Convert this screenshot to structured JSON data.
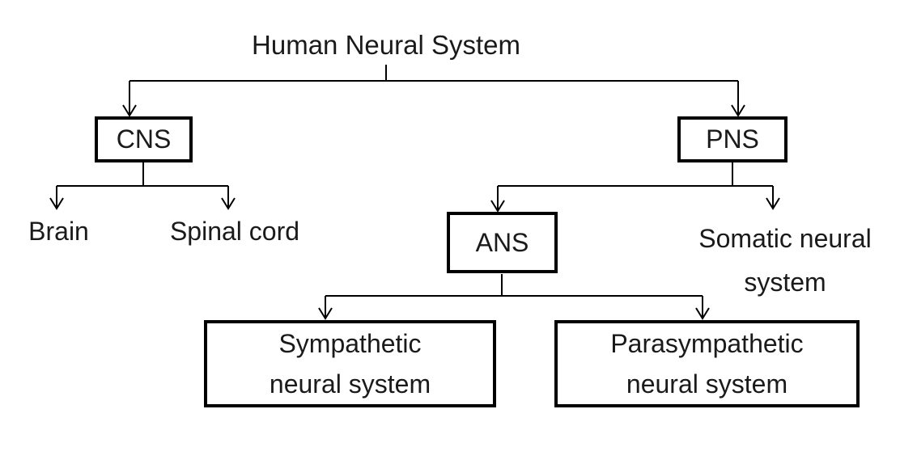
{
  "diagram": {
    "title": "Human Neural System",
    "nodes": {
      "cns": {
        "label": "CNS"
      },
      "pns": {
        "label": "PNS"
      },
      "brain": {
        "label": "Brain"
      },
      "spinal_cord": {
        "label": "Spinal cord"
      },
      "ans": {
        "label": "ANS"
      },
      "somatic": {
        "lines": [
          "Somatic neural",
          "system"
        ]
      },
      "sympathetic": {
        "lines": [
          "Sympathetic",
          "neural system"
        ]
      },
      "parasympathetic": {
        "lines": [
          "Parasympathetic",
          "neural system"
        ]
      }
    },
    "edges": [
      {
        "from": "human_neural_system",
        "to": "cns"
      },
      {
        "from": "human_neural_system",
        "to": "pns"
      },
      {
        "from": "cns",
        "to": "brain"
      },
      {
        "from": "cns",
        "to": "spinal_cord"
      },
      {
        "from": "pns",
        "to": "ans"
      },
      {
        "from": "pns",
        "to": "somatic"
      },
      {
        "from": "ans",
        "to": "sympathetic"
      },
      {
        "from": "ans",
        "to": "parasympathetic"
      }
    ],
    "colors": {
      "line": "#000000",
      "box_border": "#000000",
      "background": "#ffffff",
      "text": "#1a1a1a"
    }
  }
}
